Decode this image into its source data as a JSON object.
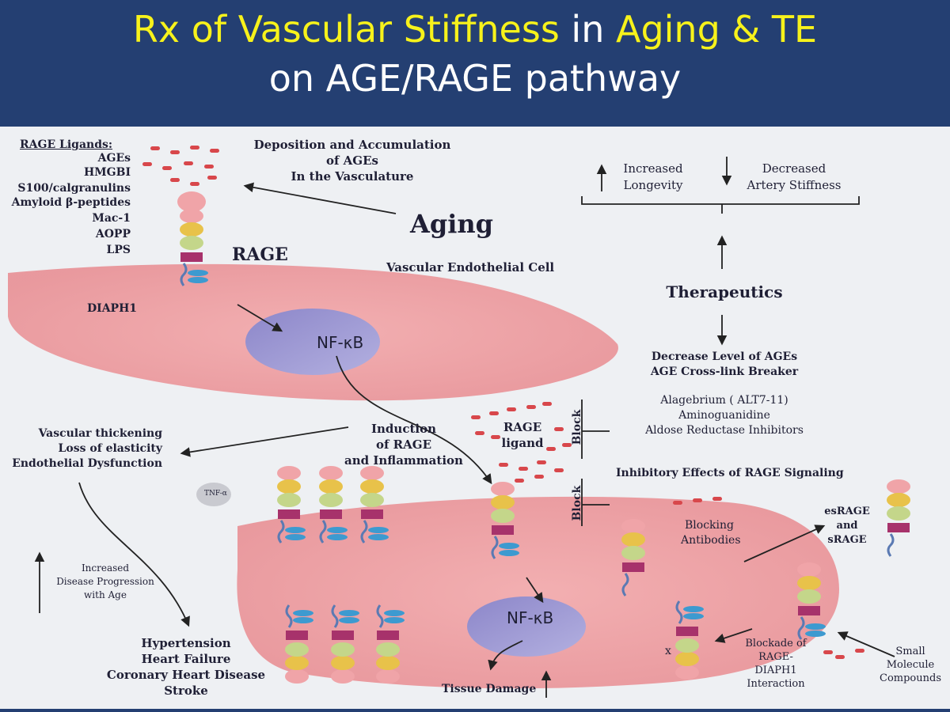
{
  "slide": {
    "title_part1": "Rx of Vascular Stiffness",
    "title_part2": " in ",
    "title_part3": "Aging & TE",
    "title_line2": "on AGE/RAGE pathway",
    "colors": {
      "background": "#243f72",
      "highlight": "#f7f21b",
      "title_text": "#ffffff"
    }
  },
  "diagram": {
    "ligands_header": "RAGE Ligands:",
    "ligands": [
      "AGEs",
      "HMGBI",
      "S100/calgranulins",
      "Amyloid β-peptides",
      "Mac-1",
      "AOPP",
      "LPS"
    ],
    "deposition": [
      "Deposition and Accumulation",
      "of AGEs",
      "In the Vasculature"
    ],
    "aging": "Aging",
    "rage": "RAGE",
    "cell_label": "Vascular Endothelial Cell",
    "diaph1": "DIAPH1",
    "nfkb": "NF-κB",
    "nfkb2": "NF-κB",
    "increased_longevity": [
      "Increased",
      "Longevity"
    ],
    "decreased_stiffness": [
      "Decreased",
      "Artery Stiffness"
    ],
    "therapeutics": "Therapeutics",
    "age_reduction": [
      "Decrease Level of AGEs",
      "AGE Cross-link Breaker"
    ],
    "drugs": [
      "Alagebrium ( ALT7-11)",
      "Aminoguanidine",
      "Aldose Reductase Inhibitors"
    ],
    "block": "Block",
    "rage_ligand": [
      "RAGE",
      "ligand"
    ],
    "induction": [
      "Induction",
      "of RAGE",
      "and Inflammation"
    ],
    "vascular_effects": [
      "Vascular thickening",
      "Loss of elasticity",
      "Endothelial Dysfunction"
    ],
    "tnf": "TNF-α",
    "inhibitory": "Inhibitory Effects of RAGE Signaling",
    "esrage": [
      "esRAGE",
      "and",
      "sRAGE"
    ],
    "blocking_antibodies": [
      "Blocking",
      "Antibodies"
    ],
    "disease_progression": [
      "Increased",
      "Disease Progression",
      "with Age"
    ],
    "diseases": [
      "Hypertension",
      "Heart Failure",
      "Coronary Heart Disease",
      "Stroke"
    ],
    "tissue_damage": "Tissue Damage",
    "blockade": [
      "Blockade of",
      "RAGE-",
      "DIAPH1",
      "Interaction"
    ],
    "small_molecule": [
      "Small",
      "Molecule",
      "Compounds"
    ],
    "x_mark": "x"
  }
}
